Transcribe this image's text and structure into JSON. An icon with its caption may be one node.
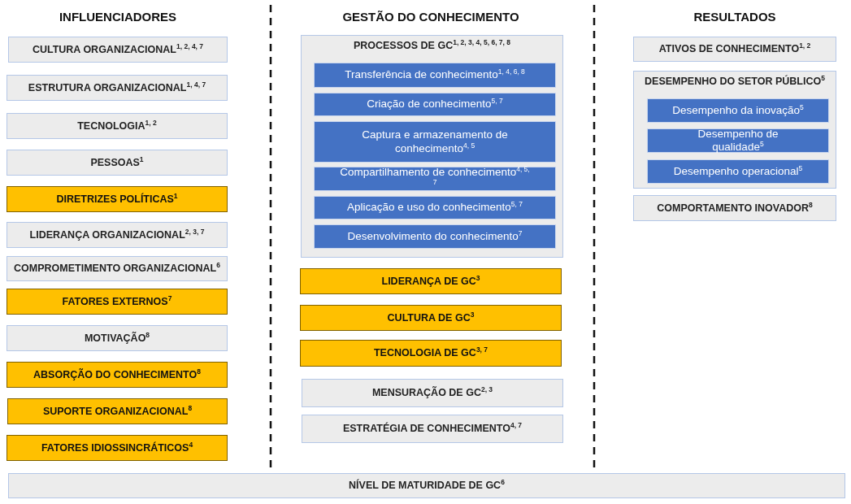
{
  "diagram": {
    "nodes": [
      {
        "text": [
          "CULTURA ORGANIZACIONAL$^{1, 2, 4, 7}$"
        ]
      },
      {
        "text": [
          "ESTRUTURA ORGANIZACIONAL$^{1, 4, 7}$"
        ]
      },
      {
        "text": [
          "TECNOLOGIA$^{1, 2}$"
        ]
      },
      {
        "text": [
          "PESSOAS$^{1}$"
        ]
      },
      {
        "text": [
          "DIRETRIZES POLÍTICAS$^{1}$"
        ]
      },
      {
        "text": [
          "LIDERANÇA ORGANIZACIONAL$^{2, 3, 7}$"
        ]
      },
      {
        "text": [
          "COMPROMETIMENTO ORGANIZACIONAL$^{6}$"
        ]
      },
      {
        "text": [
          "FATORES EXTERNOS$^{7}$"
        ]
      },
      {
        "text": [
          "MOTIVAÇÃO$^{8}$"
        ]
      },
      {
        "text": [
          "ABSORÇÃO DO CONHECIMENTO$^{8}$"
        ]
      },
      {
        "text": [
          "SUPORTE ORGANIZACIONAL$^{8}$"
        ]
      },
      {
        "text": [
          "FATORES IDIOSSINCRÁTICOS$^{4}$"
        ]
      },
      {
        "text": [
          "PROCESSOS DE GC$^{1, 2, 3, 4, 5, 6, 7, 8}$"
        ]
      },
      {
        "text": [
          "Transferência de conhecimento$^{1, 4, 6, 8}$"
        ],
        "in": 12
      },
      {
        "text": [
          "Criação de conhecimento$^{5, 7}$"
        ],
        "in": 12
      },
      {
        "text": [
          "Captura e armazenamento de conhecimento$^{4, 5}$"
        ],
        "in": 12
      },
      {
        "text": [
          "Compartilhamento de conhecimento$^{4, 5, 7}$"
        ],
        "in": 12
      },
      {
        "text": [
          "Aplicação e uso do conhecimento$^{5, 7}$"
        ],
        "in": 12
      },
      {
        "text": [
          "Desenvolvimento do conhecimento$^{7}$"
        ],
        "in": 12
      },
      {
        "text": [
          "LIDERANÇA DE GC$^{3}$"
        ]
      },
      {
        "text": [
          "CULTURA DE GC$^{3}$"
        ]
      },
      {
        "text": [
          "TECNOLOGIA DE GC$^{3, 7}$"
        ]
      },
      {
        "text": [
          "MENSURAÇÃO DE GC$^{2, 3}$"
        ]
      },
      {
        "text": [
          "ESTRATÉGIA DE CONHECIMENTO$^{4, 7}$"
        ]
      },
      {
        "text": [
          "ATIVOS DE CONHECIMENTO$^{1, 2}$"
        ]
      },
      {
        "text": [
          "DESEMPENHO DO SETOR PÚBLICO$^{5}$"
        ]
      },
      {
        "text": [
          "Desempenho da inovação$^{5}$"
        ],
        "in": 25
      },
      {
        "text": [
          "Desempenho de qualidade$^{5}$"
        ],
        "in": 25
      },
      {
        "text": [
          "Desempenho operacional$^{5}$"
        ],
        "in": 25
      },
      {
        "text": [
          "COMPORTAMENTO INOVADOR$^{8}$"
        ]
      },
      {
        "text": [
          "NÍVEL DE MATURIDADE DE GC$^{6}$"
        ]
      }
    ],
    "labels": [
      "INFLUENCIADORES",
      "GESTÃO DO CONHECIMENTO",
      "RESULTADOS"
    ]
  }
}
